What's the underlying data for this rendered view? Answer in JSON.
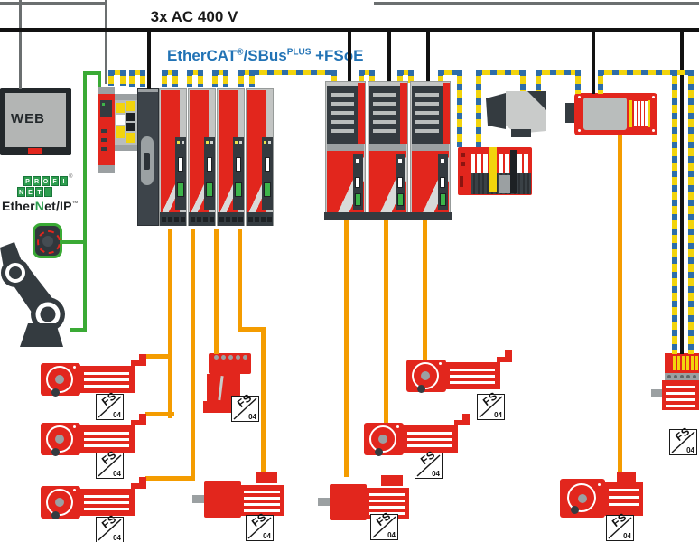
{
  "diagram": {
    "power_bus_label": "3x AC 400 V",
    "comm_label": {
      "ethercat": "EtherCAT",
      "reg": "®",
      "sbus": "/SBus",
      "plus": "PLUS",
      "tail": " +FSoE"
    },
    "hmi": {
      "screen_text": "WEB"
    },
    "logos": {
      "profinet_row1": [
        "P",
        "R",
        "O",
        "F",
        "I"
      ],
      "profinet_row2": [
        "N",
        "E",
        "T"
      ],
      "profinet_reg": "®",
      "ethernetip_pre": "Ether",
      "ethernetip_n": "N",
      "ethernetip_post": "et/IP",
      "ethernetip_tm": "™"
    },
    "safety_badge": {
      "code": "FS",
      "number": "04"
    },
    "colors": {
      "device_red": "#e2261d",
      "motor_cable_orange": "#f49c00",
      "ethercat_yellow": "#f2d40c",
      "ethercat_blue": "#2d6da8",
      "ethernet_ip_green": "#3aaa35",
      "comm_label_blue": "#2273b5",
      "device_charcoal": "#343b40",
      "device_gray": "#b9bdbc",
      "led_green": "#3db54a",
      "profinet_green": "#2e9e4f"
    }
  }
}
